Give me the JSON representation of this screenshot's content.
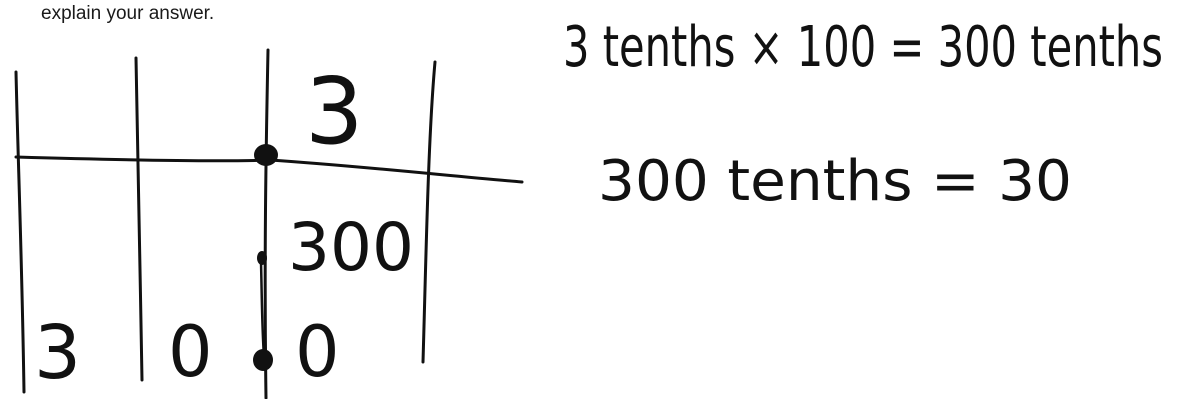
{
  "instruction": "explain your answer.",
  "place_value_chart": {
    "top_row_digit": "3",
    "middle_label": "300",
    "bottom_row_digits": [
      "3",
      "0",
      "0"
    ]
  },
  "work": {
    "line1": "3 tenths × 100 = 300 tenths",
    "line2": "300 tenths = 30"
  }
}
